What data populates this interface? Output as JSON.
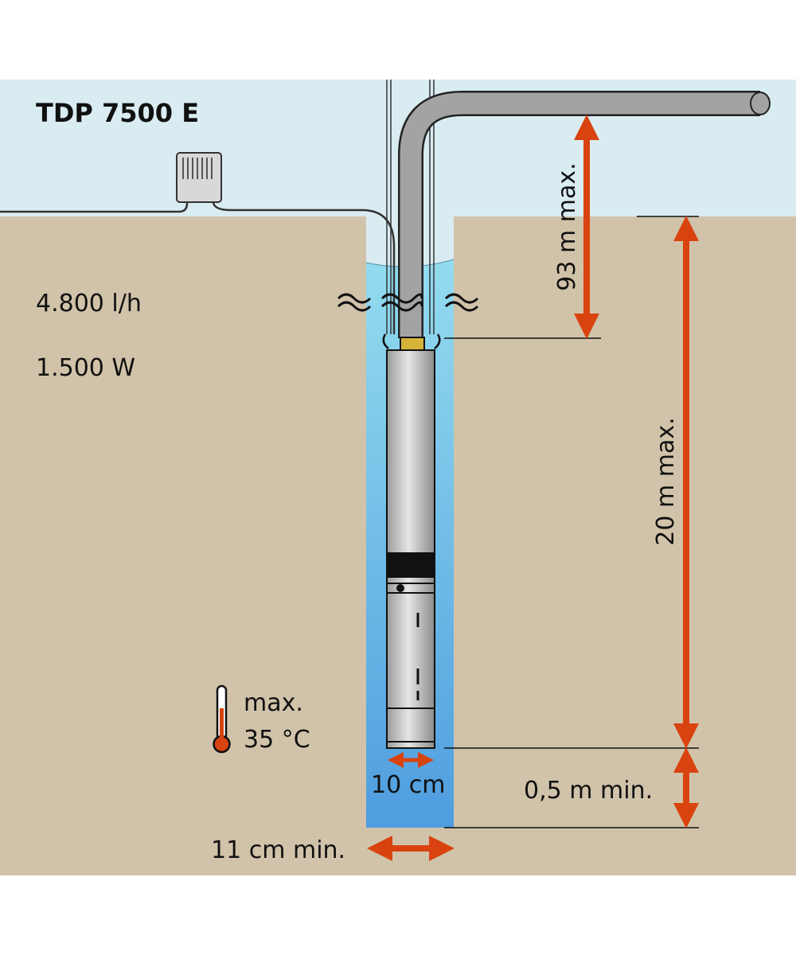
{
  "title": "TDP 7500 E",
  "specs": {
    "flow": "4.800 l/h",
    "power": "1.500 W"
  },
  "temperature": {
    "line1": "max.",
    "line2": "35 °C"
  },
  "dimensions": {
    "head_height": "93 m max.",
    "immersion_depth": "20 m max.",
    "bottom_clearance": "0,5 m min.",
    "pump_diameter": "10 cm",
    "well_diameter": "11 cm min."
  },
  "colors": {
    "sky": "#d9ecf1",
    "ground": "#d1c3a9",
    "water_top": "#8fd8ee",
    "water_bottom": "#4f9ddf",
    "arrow": "#d9430f",
    "pipe": "#a3a3a3"
  }
}
